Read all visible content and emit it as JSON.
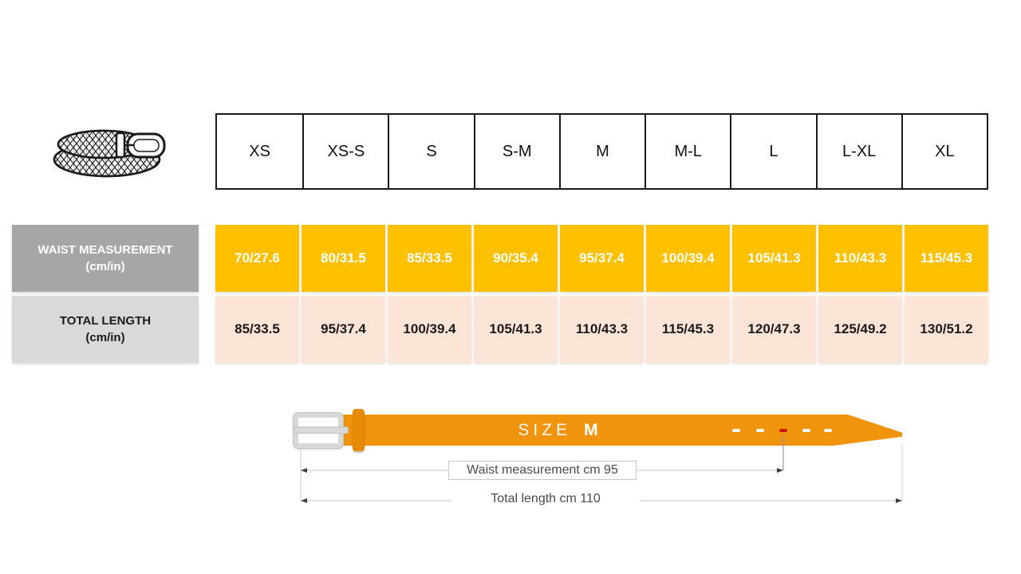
{
  "size_chart": {
    "sizes": [
      "XS",
      "XS-S",
      "S",
      "S-M",
      "M",
      "M-L",
      "L",
      "L-XL",
      "XL"
    ],
    "waist_row": {
      "label": "WAIST MEASUREMENT",
      "unit": "(cm/in)",
      "values": [
        "70/27.6",
        "80/31.5",
        "85/33.5",
        "90/35.4",
        "95/37.4",
        "100/39.4",
        "105/41.3",
        "110/43.3",
        "115/45.3"
      ]
    },
    "length_row": {
      "label": "TOTAL LENGTH",
      "unit": "(cm/in)",
      "values": [
        "85/33.5",
        "95/37.4",
        "100/39.4",
        "105/41.3",
        "110/43.3",
        "115/45.3",
        "120/47.3",
        "125/49.2",
        "130/51.2"
      ]
    }
  },
  "belt_diagram": {
    "size_word": "SIZE",
    "size_value": "M",
    "waist_annotation": "Waist measurement cm 95",
    "length_annotation": "Total length cm 110",
    "hole_count": 5,
    "highlighted_hole": "center-red"
  },
  "colors": {
    "waist_cell_bg": "#FFC000",
    "waist_label_bg": "#A6A6A6",
    "length_cell_bg": "#FCE4D6",
    "length_label_bg": "#D9D9D9",
    "belt_strap": "#F0940E",
    "belt_keeper": "#E68905",
    "hole_highlight": "#CC1507",
    "table_border": "#1a1a1a"
  }
}
